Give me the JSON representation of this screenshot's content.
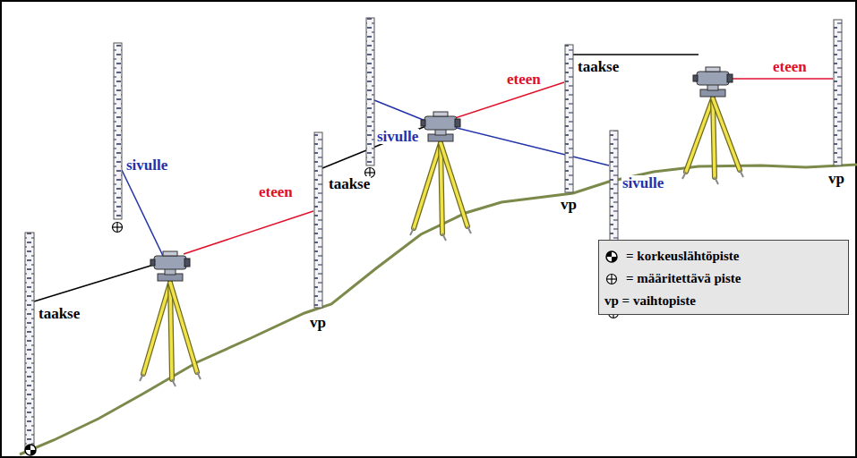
{
  "diagram": {
    "labels": [
      "taakse",
      "sivulle",
      "eteen",
      "vp",
      "taakse",
      "sivulle",
      "eteen",
      "vp",
      "taakse",
      "sivulle",
      "eteen",
      "vp"
    ],
    "legend": [
      {
        "text": "= korkeuslähtöpiste"
      },
      {
        "text": "= määritettävä piste"
      },
      {
        "text": "vp = vaihtopiste"
      }
    ]
  }
}
